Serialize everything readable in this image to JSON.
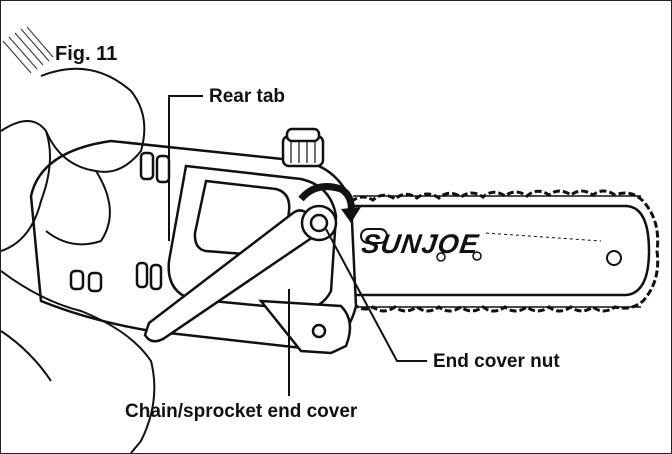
{
  "figure": {
    "title": "Fig. 11",
    "brand_logo_text": "SUNJOE",
    "labels": {
      "rear_tab": "Rear tab",
      "end_cover_nut": "End cover nut",
      "end_cover": "Chain/sprocket end cover"
    },
    "colors": {
      "line": "#111111",
      "background": "#ffffff"
    }
  }
}
